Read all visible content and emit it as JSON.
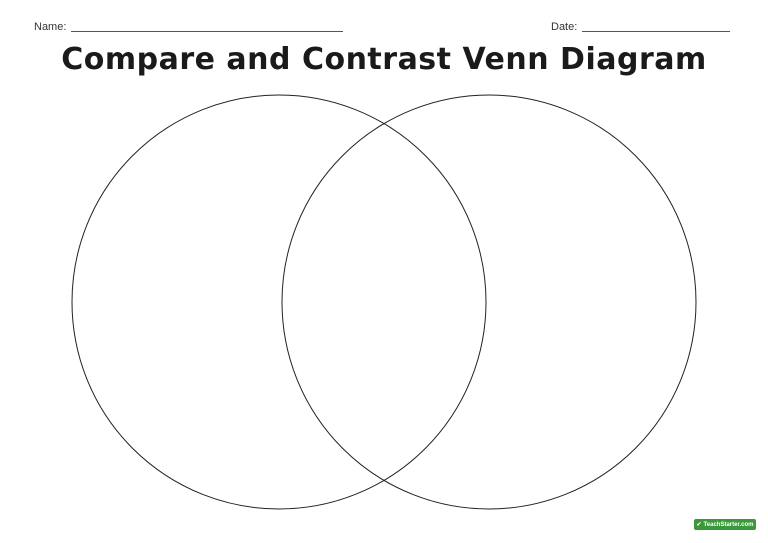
{
  "header": {
    "name_label": "Name:",
    "date_label": "Date:"
  },
  "title": "Compare and Contrast Venn Diagram",
  "brand": {
    "text": "TeachStarter.com",
    "check_icon": "check-icon",
    "color": "#3a9a3a"
  }
}
